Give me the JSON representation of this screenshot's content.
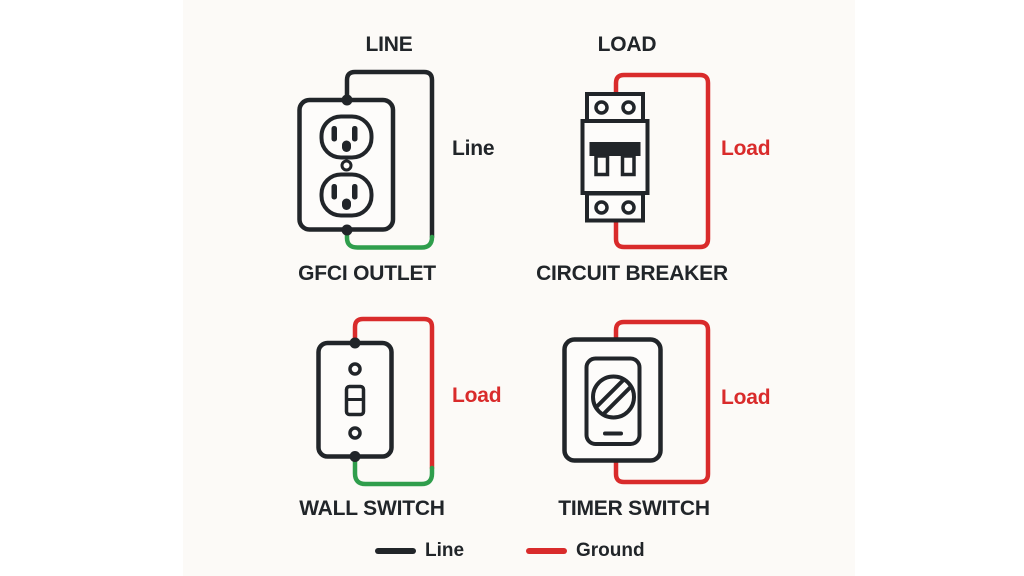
{
  "colors": {
    "line": "#212529",
    "load": "#d92b2b",
    "ground": "#2f9e4c",
    "text": "#212529",
    "canvas": "#fcfaf7"
  },
  "devices": [
    {
      "top_label": "LINE",
      "side_label": "Line",
      "caption": "GFCI OUTLET"
    },
    {
      "top_label": "LOAD",
      "side_label": "Load",
      "caption": "CIRCUIT BREAKER"
    },
    {
      "side_label": "Load",
      "caption": "WALL SWITCH"
    },
    {
      "side_label": "Load",
      "caption": "TIMER SWITCH"
    }
  ],
  "legend": {
    "items": [
      {
        "label": "Line",
        "color": "#212529"
      },
      {
        "label": "Ground",
        "color": "#d92b2b"
      }
    ]
  }
}
